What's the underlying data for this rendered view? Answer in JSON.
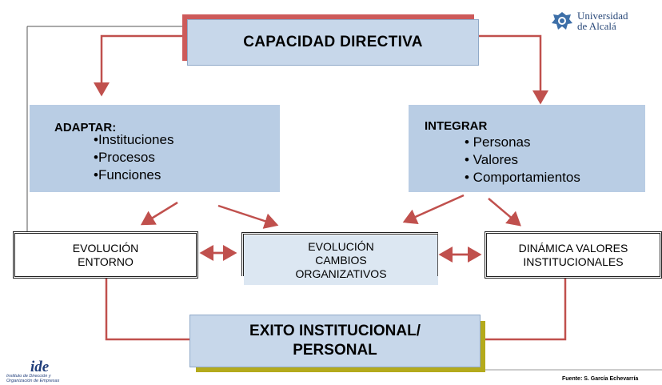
{
  "title": "CAPACIDAD DIRECTIVA",
  "logo": {
    "line1": "Universidad",
    "line2": "de Alcalá"
  },
  "adaptar": {
    "heading": "ADAPTAR:",
    "items": [
      "•Instituciones",
      "•Procesos",
      "•Funciones"
    ]
  },
  "integrar": {
    "heading": "INTEGRAR",
    "items": [
      "• Personas",
      "• Valores",
      "• Comportamientos"
    ]
  },
  "evolucion_entorno": {
    "line1": "EVOLUCIÓN",
    "line2": "ENTORNO"
  },
  "evolucion_cambios": {
    "line1": "EVOLUCIÓN",
    "line2": "CAMBIOS",
    "line3": "ORGANIZATIVOS"
  },
  "dinamica": {
    "line1": "DINÁMICA VALORES",
    "line2": "INSTITUCIONALES"
  },
  "exito": {
    "line1": "EXITO INSTITUCIONAL/",
    "line2": "PERSONAL"
  },
  "footer": {
    "ide_mark": "ide",
    "ide_line1": "Instituto de Dirección y",
    "ide_line2": "Organización de Empresas",
    "fuente": "Fuente: S. García Echevarría"
  },
  "colors": {
    "arrow": "#c0504d",
    "box_blue": "#b9cde4",
    "exito_shadow": "#b4aa1c"
  }
}
